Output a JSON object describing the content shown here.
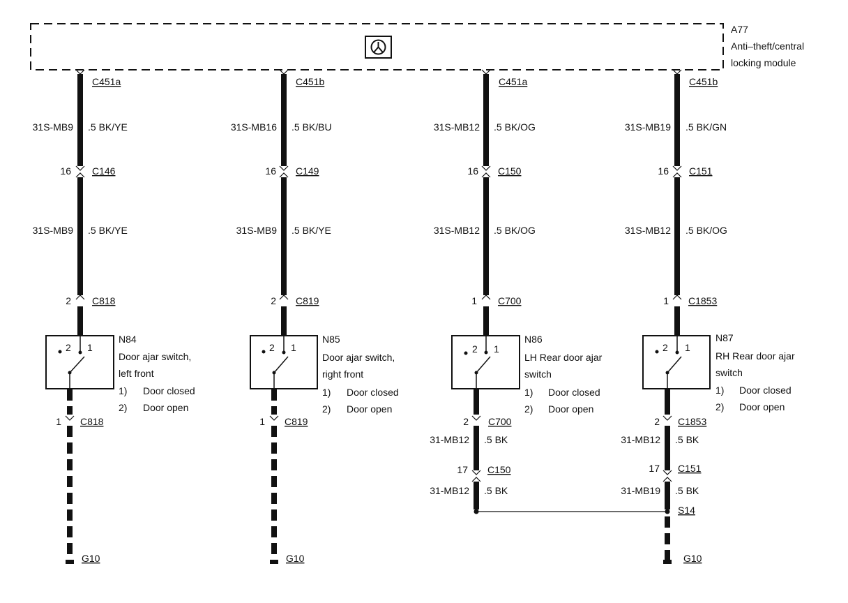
{
  "module": {
    "id": "A77",
    "name_line1": "Anti–theft/central",
    "name_line2": "locking module",
    "icon": "control-module-icon"
  },
  "columns": [
    {
      "top_conn": "C451a",
      "wire1_id": "31S-MB9",
      "wire1_spec": ".5 BK/YE",
      "inline_pin": "16",
      "inline_conn": "C146",
      "wire2_id": "31S-MB9",
      "wire2_spec": ".5 BK/YE",
      "sw_pin": "2",
      "sw_conn": "C818",
      "sw_id": "N84",
      "sw_name1": "Door ajar switch,",
      "sw_name2": "left front",
      "c1_num": "1)",
      "c1_text": "Door closed",
      "c2_num": "2)",
      "c2_text": "Door open",
      "pos1": "2",
      "pos2": "1",
      "bot_pin": "1",
      "bot_conn": "C818",
      "ground": "G10"
    },
    {
      "top_conn": "C451b",
      "wire1_id": "31S-MB16",
      "wire1_spec": ".5 BK/BU",
      "inline_pin": "16",
      "inline_conn": "C149",
      "wire2_id": "31S-MB9",
      "wire2_spec": ".5 BK/YE",
      "sw_pin": "2",
      "sw_conn": "C819",
      "sw_id": "N85",
      "sw_name1": "Door ajar switch,",
      "sw_name2": "right front",
      "c1_num": "1)",
      "c1_text": "Door closed",
      "c2_num": "2)",
      "c2_text": "Door open",
      "pos1": "2",
      "pos2": "1",
      "bot_pin": "1",
      "bot_conn": "C819",
      "ground": "G10"
    },
    {
      "top_conn": "C451a",
      "wire1_id": "31S-MB12",
      "wire1_spec": ".5 BK/OG",
      "inline_pin": "16",
      "inline_conn": "C150",
      "wire2_id": "31S-MB12",
      "wire2_spec": ".5 BK/OG",
      "sw_pin": "1",
      "sw_conn": "C700",
      "sw_id": "N86",
      "sw_name1": "LH Rear door ajar",
      "sw_name2": "switch",
      "c1_num": "1)",
      "c1_text": "Door closed",
      "c2_num": "2)",
      "c2_text": "Door open",
      "pos1": "2",
      "pos2": "1",
      "bot_pin": "2",
      "bot_conn": "C700",
      "wire3_id": "31-MB12",
      "wire3_spec": ".5 BK",
      "inline2_pin": "17",
      "inline2_conn": "C150",
      "wire4_id": "31-MB12",
      "wire4_spec": ".5 BK"
    },
    {
      "top_conn": "C451b",
      "wire1_id": "31S-MB19",
      "wire1_spec": ".5 BK/GN",
      "inline_pin": "16",
      "inline_conn": "C151",
      "wire2_id": "31S-MB12",
      "wire2_spec": ".5 BK/OG",
      "sw_pin": "1",
      "sw_conn": "C1853",
      "sw_id": "N87",
      "sw_name1": "RH Rear door ajar",
      "sw_name2": "switch",
      "c1_num": "1)",
      "c1_text": "Door closed",
      "c2_num": "2)",
      "c2_text": "Door open",
      "pos1": "2",
      "pos2": "1",
      "bot_pin": "2",
      "bot_conn": "C1853",
      "wire3_id": "31-MB12",
      "wire3_spec": ".5 BK",
      "inline2_pin": "17",
      "inline2_conn": "C151",
      "wire4_id": "31-MB19",
      "wire4_spec": ".5 BK",
      "splice": "S14",
      "ground": "G10"
    }
  ]
}
